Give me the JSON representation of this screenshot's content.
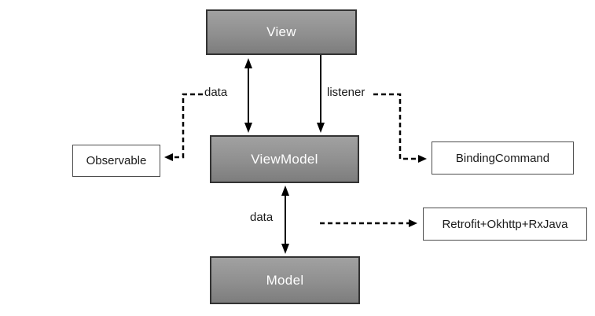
{
  "diagram": {
    "name": "MVVM architecture diagram",
    "background": "#ffffff"
  },
  "colors": {
    "node_fill_top": "#a1a1a1",
    "node_fill_bottom": "#7d7d7d",
    "node_border": "#333333",
    "leaf_node_fill": "#ffffff",
    "leaf_node_border": "#4d4d4d",
    "node_text": "#ffffff",
    "label_text": "#1a1a1a",
    "arrow": "#000000"
  },
  "nodes": {
    "view": {
      "label": "View"
    },
    "viewmodel": {
      "label": "ViewModel"
    },
    "model": {
      "label": "Model"
    },
    "observable": {
      "label": "Observable"
    },
    "bindingcommand": {
      "label": "BindingCommand"
    },
    "retrofit": {
      "label": "Retrofit+Okhttp+RxJava"
    }
  },
  "edge_labels": {
    "view_viewmodel_data": "data",
    "view_viewmodel_listener": "listener",
    "viewmodel_model_data": "data"
  }
}
